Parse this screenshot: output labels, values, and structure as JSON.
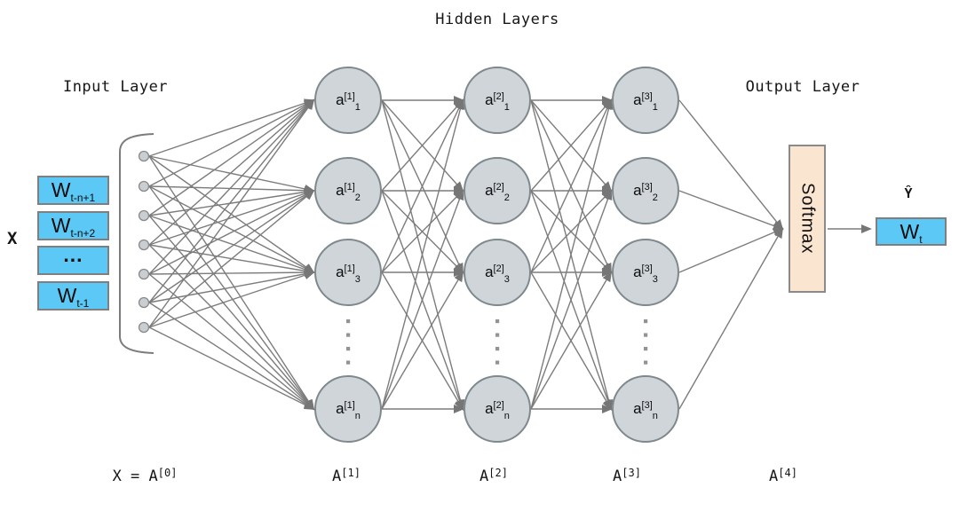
{
  "title": "Hidden Layers",
  "section_labels": {
    "input": "Input Layer",
    "output": "Output Layer"
  },
  "input": {
    "vector_label": "X",
    "boxes": [
      {
        "base": "W",
        "sub": "t-n+1"
      },
      {
        "base": "W",
        "sub": "t-n+2"
      },
      {
        "base": "...",
        "sub": ""
      },
      {
        "base": "W",
        "sub": "t-1"
      }
    ]
  },
  "hidden_layers": [
    {
      "nodes": [
        {
          "base": "a",
          "sup": "[1]",
          "sub": "1"
        },
        {
          "base": "a",
          "sup": "[1]",
          "sub": "2"
        },
        {
          "base": "a",
          "sup": "[1]",
          "sub": "3"
        },
        {
          "base": "a",
          "sup": "[1]",
          "sub": "n"
        }
      ]
    },
    {
      "nodes": [
        {
          "base": "a",
          "sup": "[2]",
          "sub": "1"
        },
        {
          "base": "a",
          "sup": "[2]",
          "sub": "2"
        },
        {
          "base": "a",
          "sup": "[2]",
          "sub": "3"
        },
        {
          "base": "a",
          "sup": "[2]",
          "sub": "n"
        }
      ]
    },
    {
      "nodes": [
        {
          "base": "a",
          "sup": "[3]",
          "sub": "1"
        },
        {
          "base": "a",
          "sup": "[3]",
          "sub": "2"
        },
        {
          "base": "a",
          "sup": "[3]",
          "sub": "3"
        },
        {
          "base": "a",
          "sup": "[3]",
          "sub": "n"
        }
      ]
    }
  ],
  "output": {
    "softmax_label": "Softmax",
    "y_hat_label": "Ŷ",
    "box": {
      "base": "W",
      "sub": "t"
    }
  },
  "bottom_labels": [
    {
      "base": "X = A",
      "sup": "[0]"
    },
    {
      "base": "A",
      "sup": "[1]"
    },
    {
      "base": "A",
      "sup": "[2]"
    },
    {
      "base": "A",
      "sup": "[3]"
    },
    {
      "base": "A",
      "sup": "[4]"
    }
  ],
  "colors": {
    "input_box_fill": "#5bc8f5",
    "node_fill": "#cfd5d9",
    "softmax_fill": "#fae5d0",
    "wire": "#7c7c7c"
  }
}
